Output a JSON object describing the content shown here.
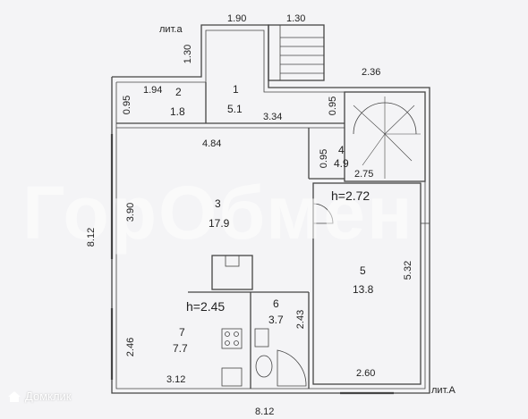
{
  "watermark": "ГорОбмен",
  "brand": "Домклик",
  "annotations": {
    "lit_a_small": "лит.а",
    "lit_A_big": "лит.А"
  },
  "dimensions": {
    "top_1_90": "1.90",
    "top_1_30": "1.30",
    "side_1_30": "1.30",
    "r_2_36": "2.36",
    "w_1_94": "1.94",
    "w_0_95_left": "0.95",
    "w_0_95_right": "0.95",
    "w_3_34": "3.34",
    "w_4_84": "4.84",
    "w_0_95_room4": "0.95",
    "w_2_75": "2.75",
    "h_3_90": "3.90",
    "h_8_12_left": "8.12",
    "h_5_32": "5.32",
    "h_2_43": "2.43",
    "h_2_46": "2.46",
    "w_3_12": "3.12",
    "w_2_60": "2.60",
    "bottom_8_12": "8.12"
  },
  "heights": {
    "h_2_72": "h=2.72",
    "h_2_45": "h=2.45"
  },
  "rooms": [
    {
      "num": "1",
      "area": "5.1"
    },
    {
      "num": "2",
      "area": "1.8"
    },
    {
      "num": "3",
      "area": "17.9"
    },
    {
      "num": "4",
      "area": "4.9"
    },
    {
      "num": "5",
      "area": "13.8"
    },
    {
      "num": "6",
      "area": "3.7"
    },
    {
      "num": "7",
      "area": "7.7"
    }
  ]
}
